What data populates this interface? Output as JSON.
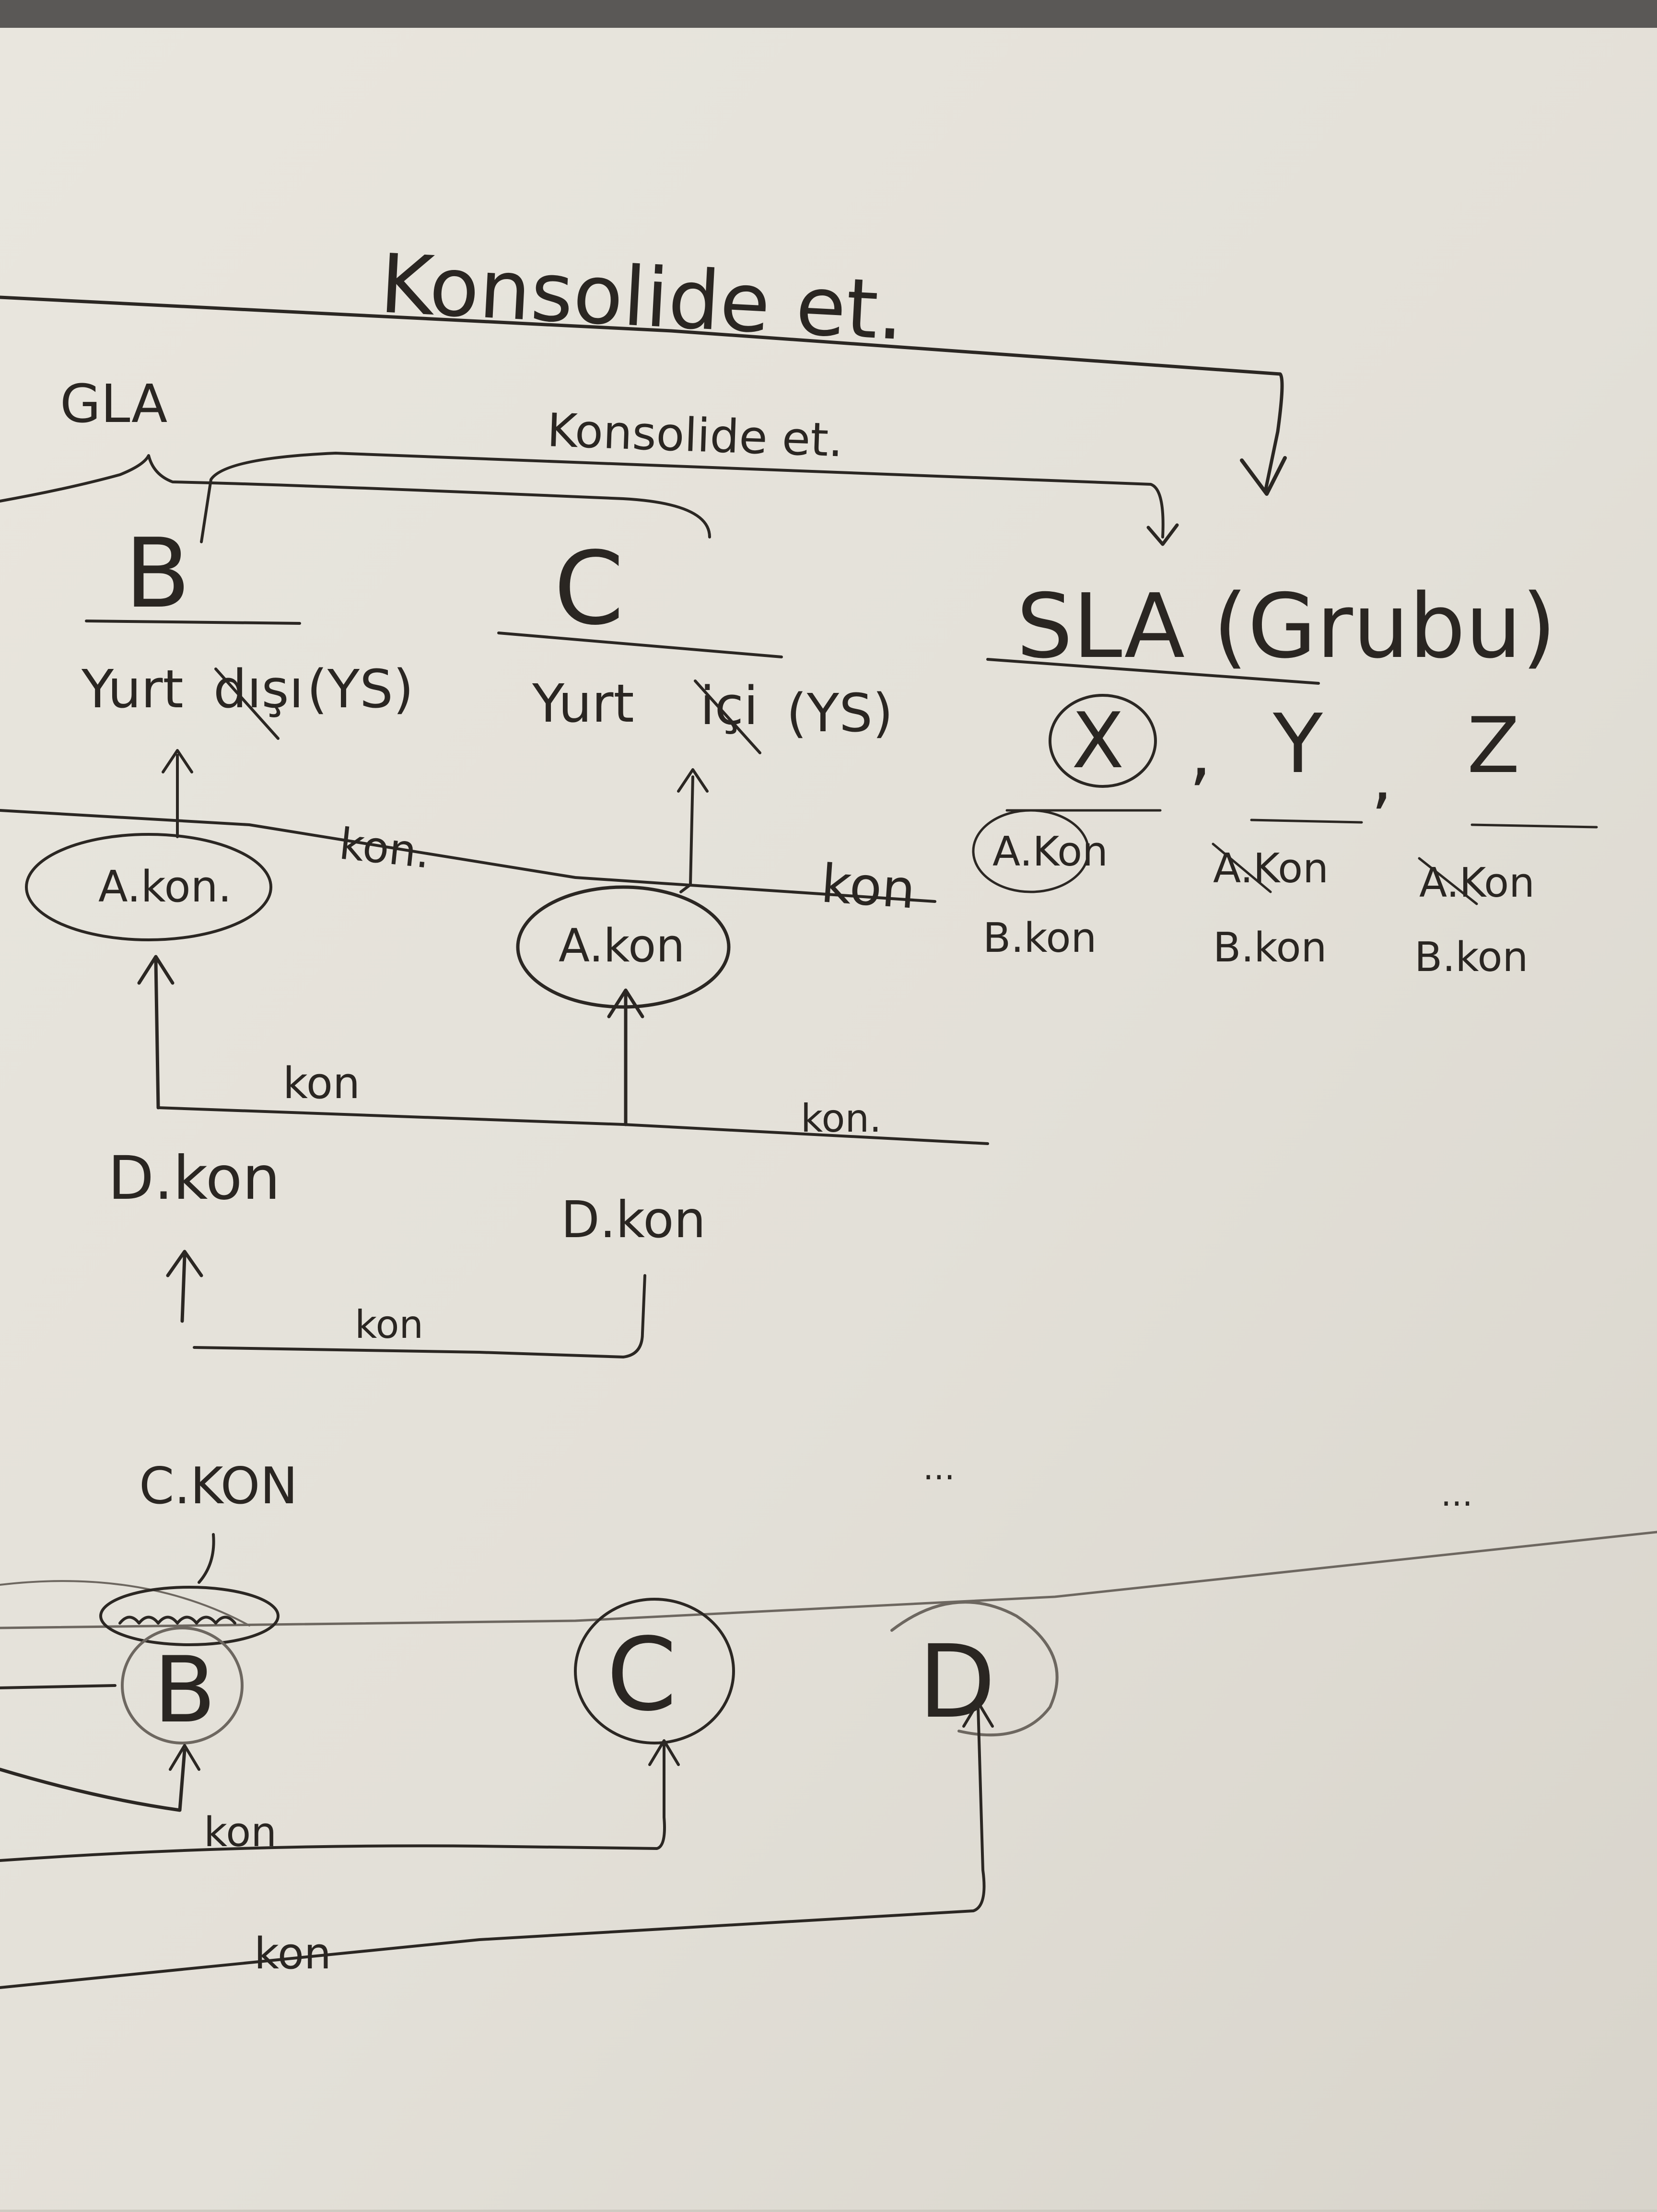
{
  "board": {
    "title": "Konsolide et.",
    "gla_label": "GLA",
    "konsolide_small": "Konsolide et.",
    "node_b": "B",
    "node_c": "C",
    "sla_label": "SLA (Grubu)",
    "b_subtitle_1": "Yurt",
    "b_subtitle_2": "dışı",
    "b_subtitle_3": "(YS)",
    "c_subtitle_1": "Yurt",
    "c_subtitle_2": "içi",
    "c_subtitle_3": "(YS)",
    "sla_x": "X",
    "sla_y": "Y",
    "sla_z": "Z",
    "sla_comma_1": ",",
    "sla_comma_2": ",",
    "akon_left": "A.kon.",
    "akon_mid": "A.kon",
    "akon_x": "A.Kon",
    "akon_y": "A.Kon",
    "akon_z": "A.Kon",
    "bkon_x": "B.kon",
    "bkon_y": "B.kon",
    "bkon_z": "B.kon",
    "kon_1": "kon.",
    "kon_2": "kon",
    "kon_3": "kon",
    "kon_4": "kon.",
    "dkon_left": "D.kon",
    "dkon_mid": "D.kon",
    "kon_5": "kon",
    "ckon": "C.KON",
    "node_b2": "B",
    "node_c2": "C",
    "node_d2": "D",
    "kon_6": "kon",
    "kon_7": "kon",
    "dots_1": "...",
    "dots_2": "..."
  },
  "colors": {
    "board": "#e7e4dc",
    "ink": "#2b2723",
    "frame": "#5a5856"
  }
}
